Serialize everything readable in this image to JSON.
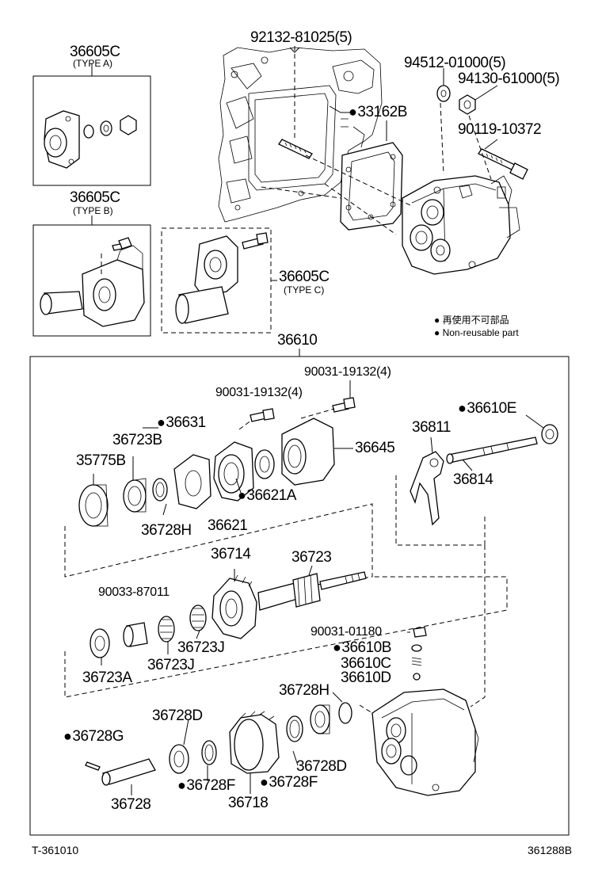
{
  "labels": {
    "l_92132": "92132-81025(5)",
    "l_94512": "94512-01000(5)",
    "l_94130": "94130-61000(5)",
    "l_33162b": "33162B",
    "l_90119": "90119-10372",
    "l_36605c_a": "36605C",
    "l_type_a": "(TYPE A)",
    "l_36605c_b": "36605C",
    "l_type_b": "(TYPE B)",
    "l_36605c_c": "36605C",
    "l_type_c": "(TYPE C)",
    "l_36610": "36610",
    "l_90031_top": "90031-19132(4)",
    "l_90031_mid": "90031-19132(4)",
    "l_36610e": "36610E",
    "l_36631": "36631",
    "l_36723b": "36723B",
    "l_36811": "36811",
    "l_35775b": "35775B",
    "l_36645": "36645",
    "l_36814": "36814",
    "l_36621a": "36621A",
    "l_36728h_a": "36728H",
    "l_36621": "36621",
    "l_36714": "36714",
    "l_36723": "36723",
    "l_90033": "90033-87011",
    "l_90031_01180": "90031-01180",
    "l_36723j_a": "36723J",
    "l_36610b": "36610B",
    "l_36610c": "36610C",
    "l_36723j_b": "36723J",
    "l_36610d": "36610D",
    "l_36723a": "36723A",
    "l_36728h_b": "36728H",
    "l_36728d_a": "36728D",
    "l_36728g": "36728G",
    "l_36728d_b": "36728D",
    "l_36728f_a": "36728F",
    "l_36728f_b": "36728F",
    "l_36728": "36728",
    "l_36718": "36718"
  },
  "legend": {
    "line1": "再使用不可部品",
    "line2": "Non-reusable part"
  },
  "footer": {
    "left": "T-361010",
    "right": "361288B"
  }
}
